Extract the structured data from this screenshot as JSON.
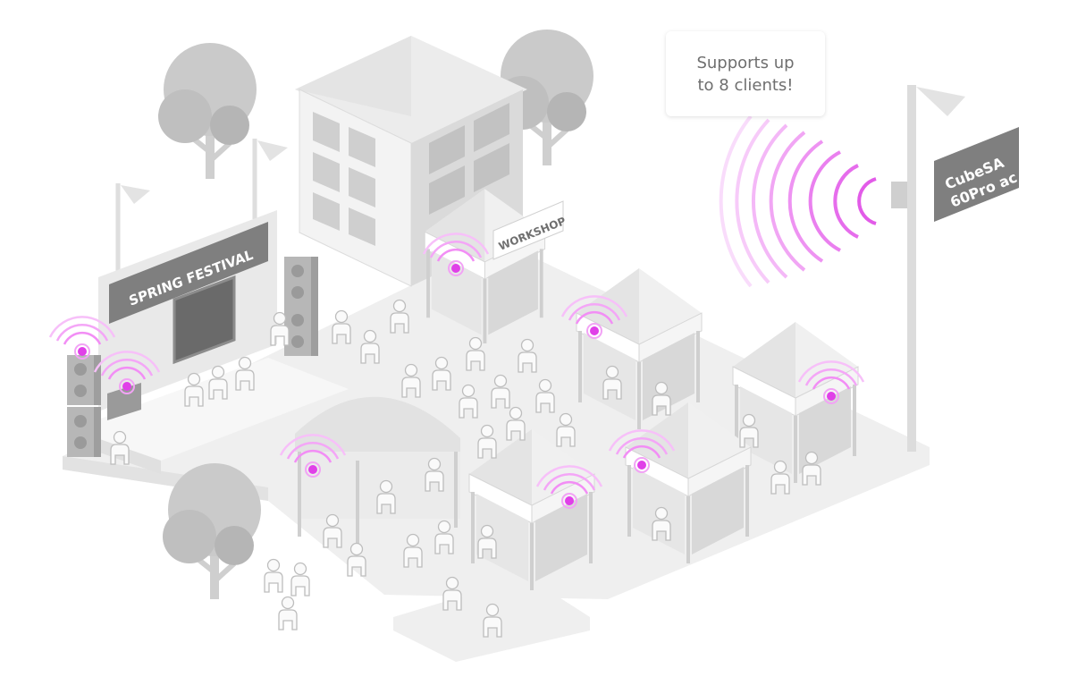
{
  "callout": {
    "line1": "Supports up",
    "line2": "to 8 clients!"
  },
  "stage_banner": "SPRING FESTIVAL",
  "workshop_sign": "WORKSHOP",
  "device_flag": {
    "line1": "CubeSA",
    "line2": "60Pro ac"
  },
  "colors": {
    "signal": "#e040e8",
    "signal_glow": "#f28ef5",
    "ground": "#ededed",
    "structure": "#dcdcdc",
    "banner": "#7f7f7f"
  },
  "icons": [
    "tree-icon",
    "building-icon",
    "stage-icon",
    "tent-icon",
    "person-icon",
    "wifi-signal-icon",
    "access-point-icon",
    "flag-icon",
    "speaker-icon"
  ]
}
